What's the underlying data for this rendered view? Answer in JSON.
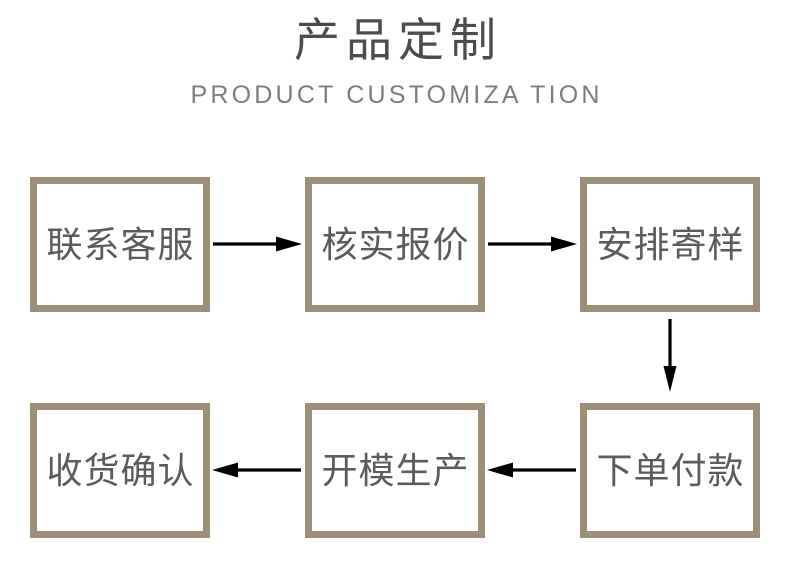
{
  "header": {
    "title": "产品定制",
    "subtitle": "PRODUCT CUSTOMIZA TION"
  },
  "theme": {
    "box_border_color": "#9d8e78",
    "box_fill_color": "#ffffff",
    "box_text_color": "#5b5b5b",
    "title_color": "#4c4c4c",
    "subtitle_color": "#7d7d7d",
    "arrow_color": "#000000",
    "page_background": "#ffffff"
  },
  "flow": {
    "steps": [
      {
        "id": "contact",
        "label": "联系客服",
        "order": 1
      },
      {
        "id": "quote",
        "label": "核实报价",
        "order": 2
      },
      {
        "id": "sample",
        "label": "安排寄样",
        "order": 3
      },
      {
        "id": "payment",
        "label": "下单付款",
        "order": 4
      },
      {
        "id": "production",
        "label": "开模生产",
        "order": 5
      },
      {
        "id": "receipt",
        "label": "收货确认",
        "order": 6
      }
    ],
    "connectors": [
      {
        "id": "contact-quote",
        "direction": "right",
        "from": "contact",
        "to": "quote"
      },
      {
        "id": "quote-sample",
        "direction": "right",
        "from": "quote",
        "to": "sample"
      },
      {
        "id": "sample-payment",
        "direction": "down",
        "from": "sample",
        "to": "payment"
      },
      {
        "id": "payment-production",
        "direction": "left",
        "from": "payment",
        "to": "production"
      },
      {
        "id": "production-receipt",
        "direction": "left",
        "from": "production",
        "to": "receipt"
      }
    ]
  }
}
